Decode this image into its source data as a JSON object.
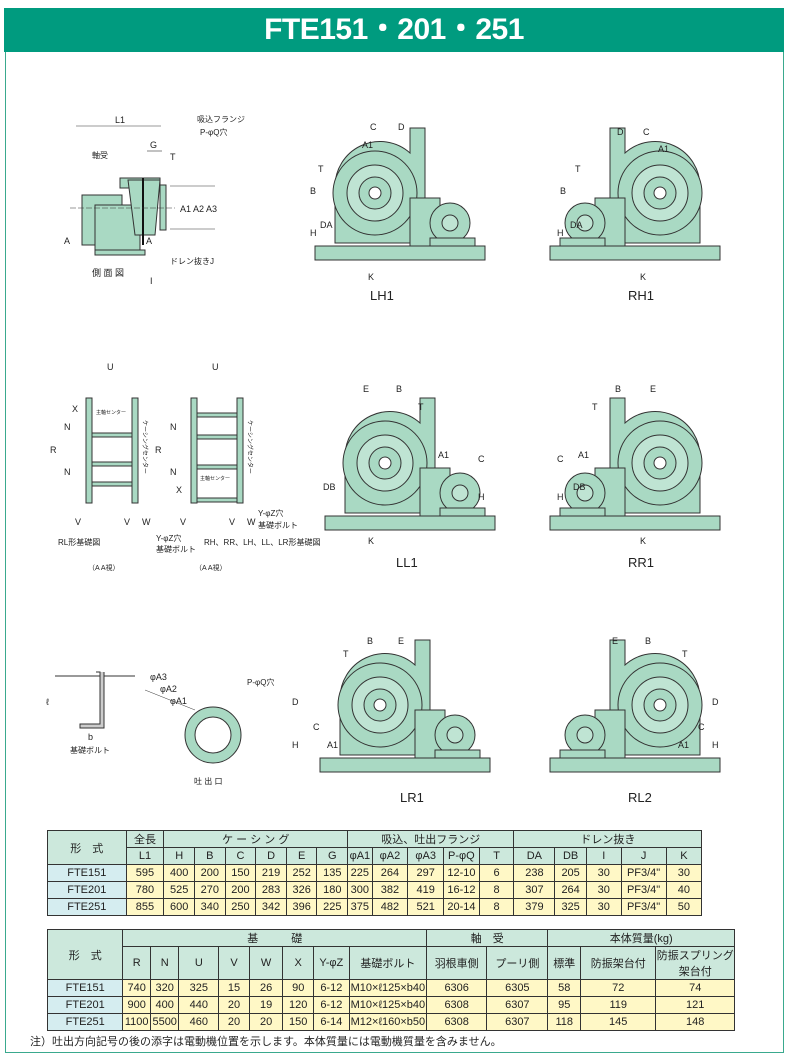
{
  "title": "FTE151・201・251",
  "side_view": {
    "L1": "L1",
    "G": "G",
    "T": "T",
    "A1": "A1",
    "A2": "A2",
    "A3": "A3",
    "A": "A",
    "I": "I",
    "bearing": "軸受",
    "suction_flange": "吸込フランジ",
    "pq_hole": "P-φQ穴",
    "drain": "ドレン抜きJ",
    "caption": "側 面 図"
  },
  "views": {
    "LH1": {
      "name": "LH1",
      "labels": [
        "C",
        "D",
        "A1",
        "T",
        "B",
        "DA",
        "H",
        "K"
      ]
    },
    "RH1": {
      "name": "RH1",
      "labels": [
        "D",
        "C",
        "A1",
        "T",
        "B",
        "DA",
        "H",
        "K"
      ]
    },
    "LL1": {
      "name": "LL1",
      "labels": [
        "E",
        "B",
        "T",
        "A1",
        "C",
        "DB",
        "H",
        "K"
      ]
    },
    "RR1": {
      "name": "RR1",
      "labels": [
        "B",
        "E",
        "T",
        "A1",
        "C",
        "DB",
        "H",
        "K"
      ]
    },
    "LR1": {
      "name": "LR1",
      "labels": [
        "B",
        "E",
        "T",
        "D",
        "C",
        "A1",
        "H"
      ]
    },
    "RL2": {
      "name": "RL2",
      "labels": [
        "E",
        "B",
        "T",
        "D",
        "C",
        "A1",
        "H"
      ]
    }
  },
  "foundation": {
    "U": "U",
    "R": "R",
    "N": "N",
    "X": "X",
    "V": "V",
    "W": "W",
    "shaft_center": "主軸センター",
    "casing_center": "ケーシングセンター",
    "yz_hole": "Y-φZ穴",
    "bolt": "基礎ボルト",
    "rl_caption": "RL形基礎図",
    "other_caption": "RH、RR、LH、LL、LR形基礎図",
    "aa_view": "（A A視）"
  },
  "bolt_detail": {
    "l": "ℓ",
    "b": "b",
    "caption": "基礎ボルト"
  },
  "outlet": {
    "A3": "φA3",
    "A2": "φA2",
    "A1": "φA1",
    "pq": "P-φQ穴",
    "caption": "吐 出 口"
  },
  "table1": {
    "model_header": "形　式",
    "group_headers": [
      "全長",
      "ケ ー シ ン グ",
      "吸込、吐出フランジ",
      "ドレン抜き"
    ],
    "columns": [
      "L1",
      "H",
      "B",
      "C",
      "D",
      "E",
      "G",
      "φA1",
      "φA2",
      "φA3",
      "P-φQ",
      "T",
      "DA",
      "DB",
      "I",
      "J",
      "K"
    ],
    "rows": [
      {
        "model": "FTE151",
        "values": [
          "595",
          "400",
          "200",
          "150",
          "219",
          "252",
          "135",
          "225",
          "264",
          "297",
          "12-10",
          "6",
          "238",
          "205",
          "30",
          "PF3/4\"",
          "30"
        ]
      },
      {
        "model": "FTE201",
        "values": [
          "780",
          "525",
          "270",
          "200",
          "283",
          "326",
          "180",
          "300",
          "382",
          "419",
          "16-12",
          "8",
          "307",
          "264",
          "30",
          "PF3/4\"",
          "40"
        ]
      },
      {
        "model": "FTE251",
        "values": [
          "855",
          "600",
          "340",
          "250",
          "342",
          "396",
          "225",
          "375",
          "482",
          "521",
          "20-14",
          "8",
          "379",
          "325",
          "30",
          "PF3/4\"",
          "50"
        ]
      }
    ]
  },
  "table2": {
    "model_header": "形　式",
    "group_headers": [
      "基　　　礎",
      "軸　受",
      "本体質量(kg)"
    ],
    "columns": [
      "R",
      "N",
      "U",
      "V",
      "W",
      "X",
      "Y-φZ",
      "基礎ボルト",
      "羽根車側",
      "プーリ側",
      "標準",
      "防振架台付",
      "防振スプリング架台付"
    ],
    "rows": [
      {
        "model": "FTE151",
        "values": [
          "740",
          "320",
          "325",
          "15",
          "26",
          "90",
          "6-12",
          "M10×ℓ125×b40",
          "6306",
          "6305",
          "58",
          "72",
          "74"
        ]
      },
      {
        "model": "FTE201",
        "values": [
          "900",
          "400",
          "440",
          "20",
          "19",
          "120",
          "6-12",
          "M10×ℓ125×b40",
          "6308",
          "6307",
          "95",
          "119",
          "121"
        ]
      },
      {
        "model": "FTE251",
        "values": [
          "1100",
          "5500",
          "460",
          "20",
          "20",
          "150",
          "6-14",
          "M12×ℓ160×b50",
          "6308",
          "6307",
          "118",
          "145",
          "148"
        ]
      }
    ]
  },
  "note": "注）吐出方向記号の後の添字は電動機位置を示します。本体質量には電動機質量を含みません。"
}
